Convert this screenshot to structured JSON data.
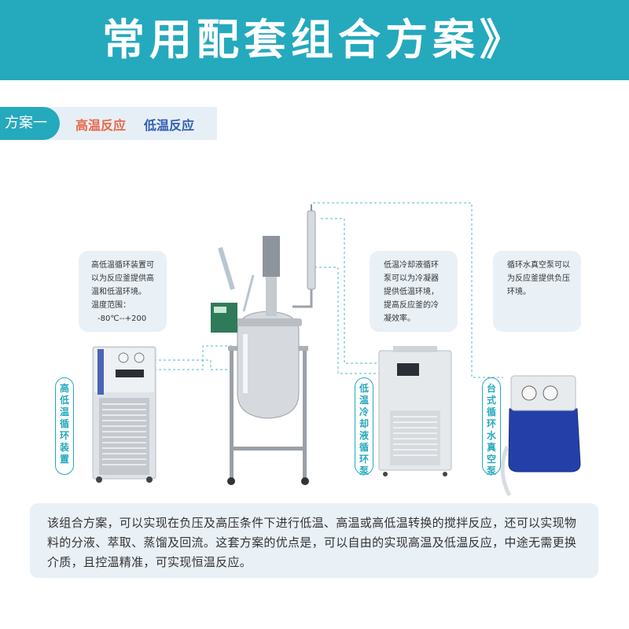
{
  "header": {
    "title": "常用配套组合方案》"
  },
  "scheme": {
    "label": "方案一",
    "tag_high": "高温反应",
    "tag_low": "低温反应"
  },
  "callouts": {
    "circulator": {
      "line1": "高低温循环装置可",
      "line2": "以为反应釜提供高",
      "line3": "温和低温环境。",
      "line4": "温度范围：",
      "line5": "-80℃--+200"
    },
    "chiller": {
      "line1": "低温冷却液循环",
      "line2": "泵可以为冷凝器",
      "line3": "提供低温环境，",
      "line4": "提高反应釜的冷",
      "line5": "凝效率。"
    },
    "vacuum": {
      "line1": "循环水真空泵可以",
      "line2": "为反应釜提供负压",
      "line3": "环境。"
    }
  },
  "labels": {
    "circulator": "高低温循环装置",
    "chiller": "低温冷却液循环泵",
    "vacuum": "台式循环水真空泵"
  },
  "description": "该组合方案，可以实现在负压及高压条件下进行低温、高温或高低温转换的搅拌反应，还可以实现物料的分液、萃取、蒸馏及回流。这套方案的优点是，可以自由的实现高温及低温反应，中途无需更换介质，且控温精准，可实现恒温反应。",
  "colors": {
    "accent": "#25a9bd",
    "high": "#e8684a",
    "low": "#2f5fb3",
    "panel": "#e9f0f6"
  }
}
